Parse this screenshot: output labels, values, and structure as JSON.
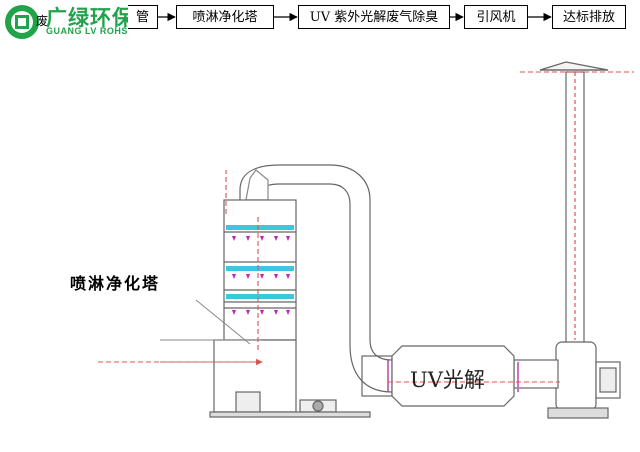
{
  "logo": {
    "name": "广绿环保",
    "english": "GUANG LV ROHS",
    "first_box_prefix": "废",
    "brand_color": "#21a34a"
  },
  "flow": {
    "steps": [
      {
        "id": "duct",
        "label": "管"
      },
      {
        "id": "tower",
        "label": "喷淋净化塔"
      },
      {
        "id": "uv",
        "label": "UV 紫外光解废气除臭"
      },
      {
        "id": "fan",
        "label": "引风机"
      },
      {
        "id": "exhaust",
        "label": "达标排放"
      }
    ]
  },
  "equipment": {
    "tower_label": "喷淋净化塔",
    "uv_label": "UV光解"
  },
  "colors": {
    "line": "#555555",
    "flow_dash": "#e05050",
    "tower_band": "#3ec6e0",
    "nozzle": "#c020c0"
  }
}
